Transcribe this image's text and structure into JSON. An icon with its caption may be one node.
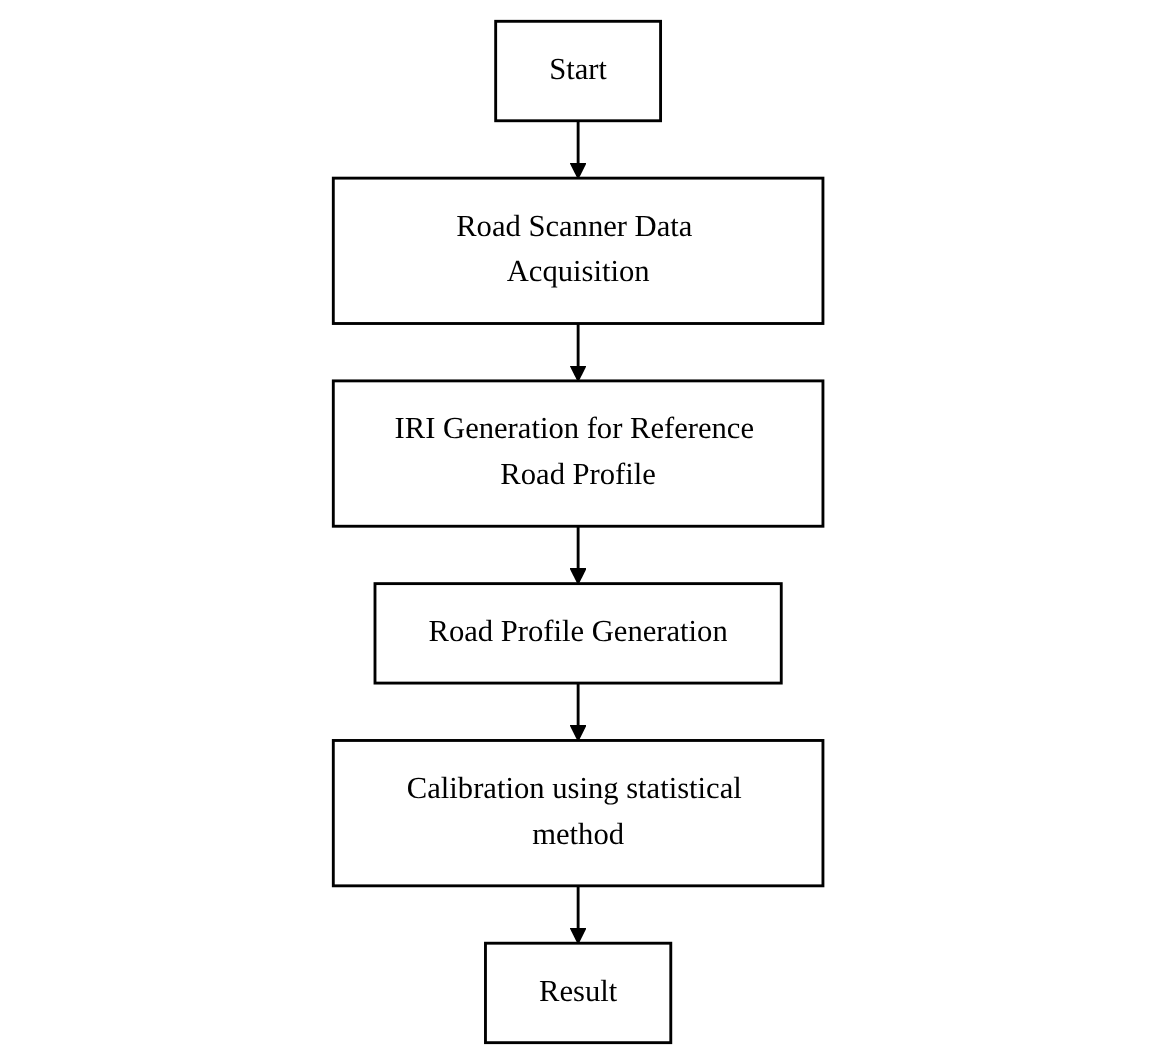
{
  "diagram": {
    "nodes": [
      {
        "text": [
          "Start"
        ]
      },
      {
        "text": [
          "Road Scanner Data Acquisition"
        ]
      },
      {
        "text": [
          "IRI Generation for Reference Road Profile"
        ]
      },
      {
        "text": [
          "Road Profile Generation"
        ]
      },
      {
        "text": [
          "Calibration using statistical method"
        ]
      },
      {
        "text": [
          "Result"
        ]
      }
    ],
    "edges": [
      {
        "from": 0,
        "to": 1,
        "arrow": "to"
      },
      {
        "from": 1,
        "to": 2,
        "arrow": "to"
      },
      {
        "from": 2,
        "to": 3,
        "arrow": "to"
      },
      {
        "from": 3,
        "to": 4,
        "arrow": "to"
      },
      {
        "from": 4,
        "to": 5,
        "arrow": "to"
      }
    ]
  }
}
